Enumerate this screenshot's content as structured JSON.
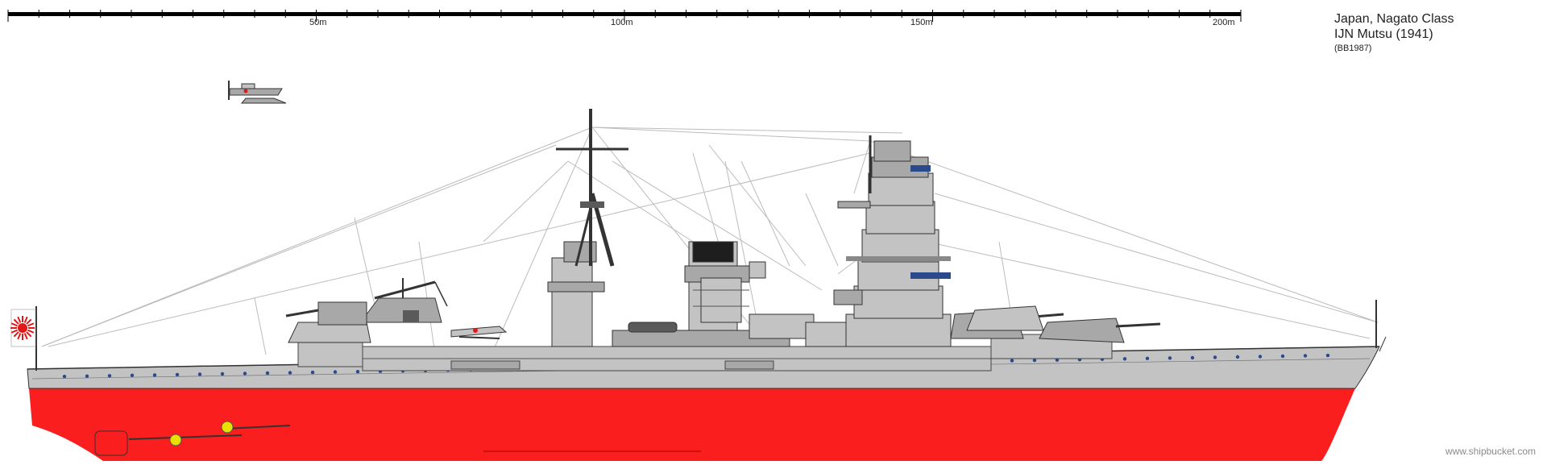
{
  "scale_bar": {
    "labels": [
      "50m",
      "100m",
      "150m",
      "200m"
    ]
  },
  "title_block": {
    "line1": "Japan, Nagato Class",
    "line2": "IJN Mutsu (1941)",
    "line3": "(BB1987)"
  },
  "watermark": "www.shipbucket.com",
  "colors": {
    "hull_red": "#fb1e1e",
    "upper_gray": "#c3c3c3",
    "deck_gray": "#a8a8a8",
    "dark_gray": "#5a5a5a",
    "rigging": "#bcbcbc",
    "porthole_blue": "#2b4a8c",
    "propeller_yellow": "#e8e000",
    "flag_red": "#e01818"
  }
}
